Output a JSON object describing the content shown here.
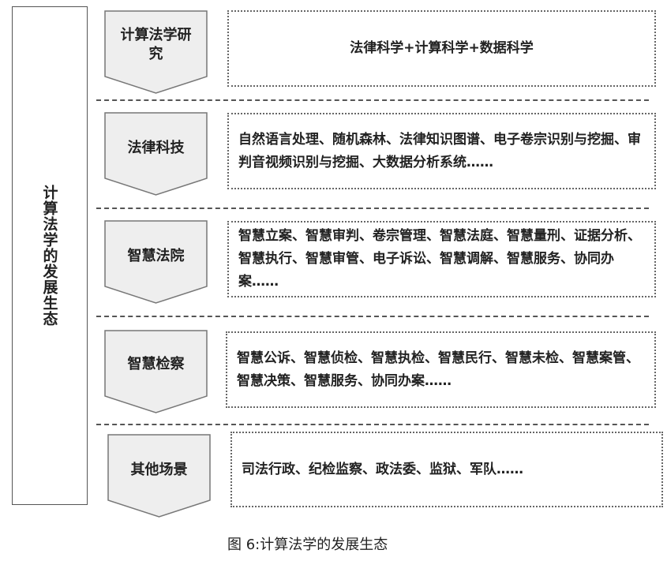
{
  "side_label": "计算法学的发展生态",
  "rows": [
    {
      "label": "计算法学研究",
      "content": "法律科学+计算科学+数据科学"
    },
    {
      "label": "法律科技",
      "content": "自然语言处理、随机森林、法律知识图谱、电子卷宗识别与挖掘、审判音视频识别与挖掘、大数据分析系统……"
    },
    {
      "label": "智慧法院",
      "content": "智慧立案、智慧审判、卷宗管理、智慧法庭、智慧量刑、证据分析、智慧执行、智慧审管、电子诉讼、智慧调解、智慧服务、协同办案……"
    },
    {
      "label": "智慧检察",
      "content": "智慧公诉、智慧侦检、智慧执检、智慧民行、智慧未检、智慧案管、智慧决策、智慧服务、协同办案……"
    },
    {
      "label": "其他场景",
      "content": "司法行政、纪检监察、政法委、监狱、军队……"
    }
  ],
  "caption": "图 6:计算法学的发展生态"
}
